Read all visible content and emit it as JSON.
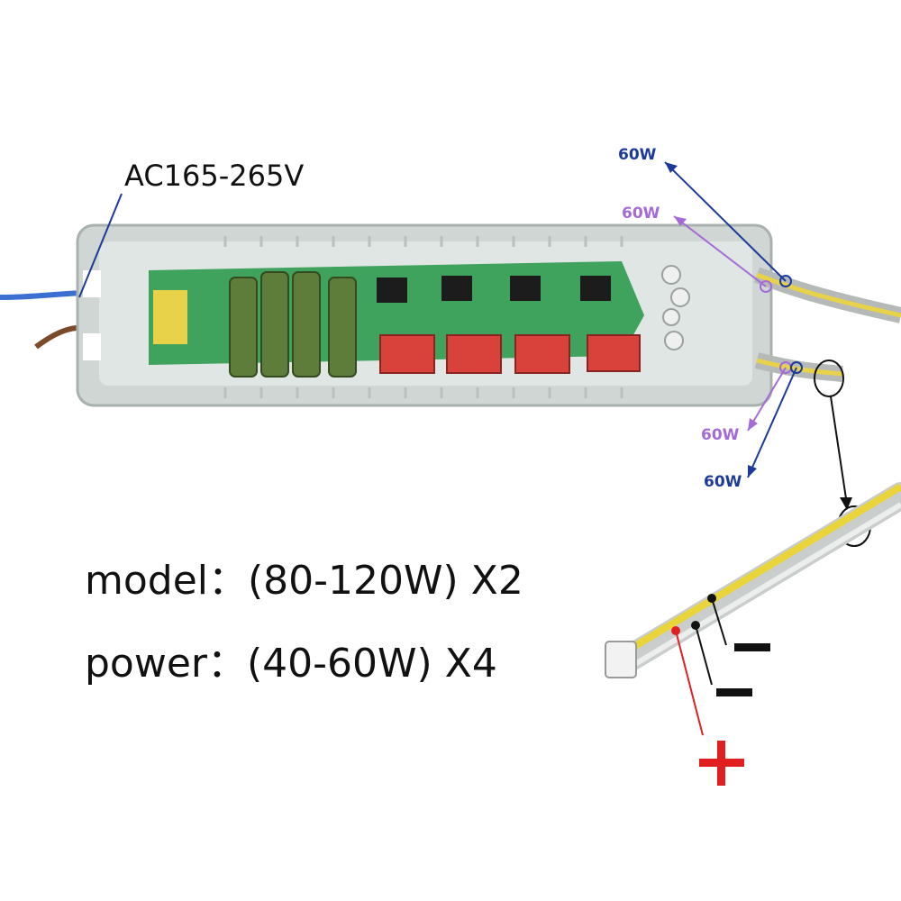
{
  "input_voltage": "AC165-265V",
  "outputs": [
    {
      "label": "60W",
      "color": "#1b3a9a"
    },
    {
      "label": "60W",
      "color": "#a46ad8"
    },
    {
      "label": "60W",
      "color": "#a46ad8"
    },
    {
      "label": "60W",
      "color": "#1b3a9a"
    }
  ],
  "specs": {
    "model": "model：(80-120W) X2",
    "power": "power：(40-60W) X4"
  },
  "polarity": {
    "negative": "−",
    "positive": "+"
  },
  "colors": {
    "blue_line": "#1b3a9a",
    "purple_line": "#a46ad8",
    "positive_red": "#e02020",
    "wire_yellow": "#f2d832"
  }
}
